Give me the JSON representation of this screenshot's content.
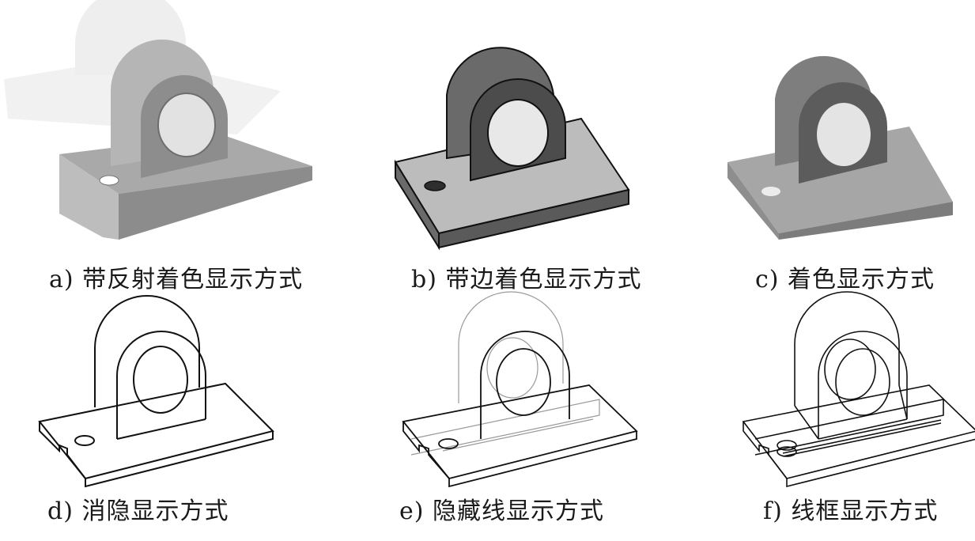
{
  "figures": [
    {
      "id": "a",
      "caption": "a) 带反射着色显示方式",
      "mode": "shaded-with-reflection"
    },
    {
      "id": "b",
      "caption": "b) 带边着色显示方式",
      "mode": "shaded-with-edges"
    },
    {
      "id": "c",
      "caption": "c) 着色显示方式",
      "mode": "shaded"
    },
    {
      "id": "d",
      "caption": "d) 消隐显示方式",
      "mode": "hidden-lines-removed"
    },
    {
      "id": "e",
      "caption": "e) 隐藏线显示方式",
      "mode": "hidden-lines-visible"
    },
    {
      "id": "f",
      "caption": "f) 线框显示方式",
      "mode": "wireframe"
    }
  ],
  "colors": {
    "background": "#ffffff",
    "light_gray": "#bdbdbd",
    "mid_gray": "#8a8a8a",
    "dark_gray": "#4a4a4a",
    "line": "#111111",
    "hidden_line": "#9a9a9a"
  }
}
